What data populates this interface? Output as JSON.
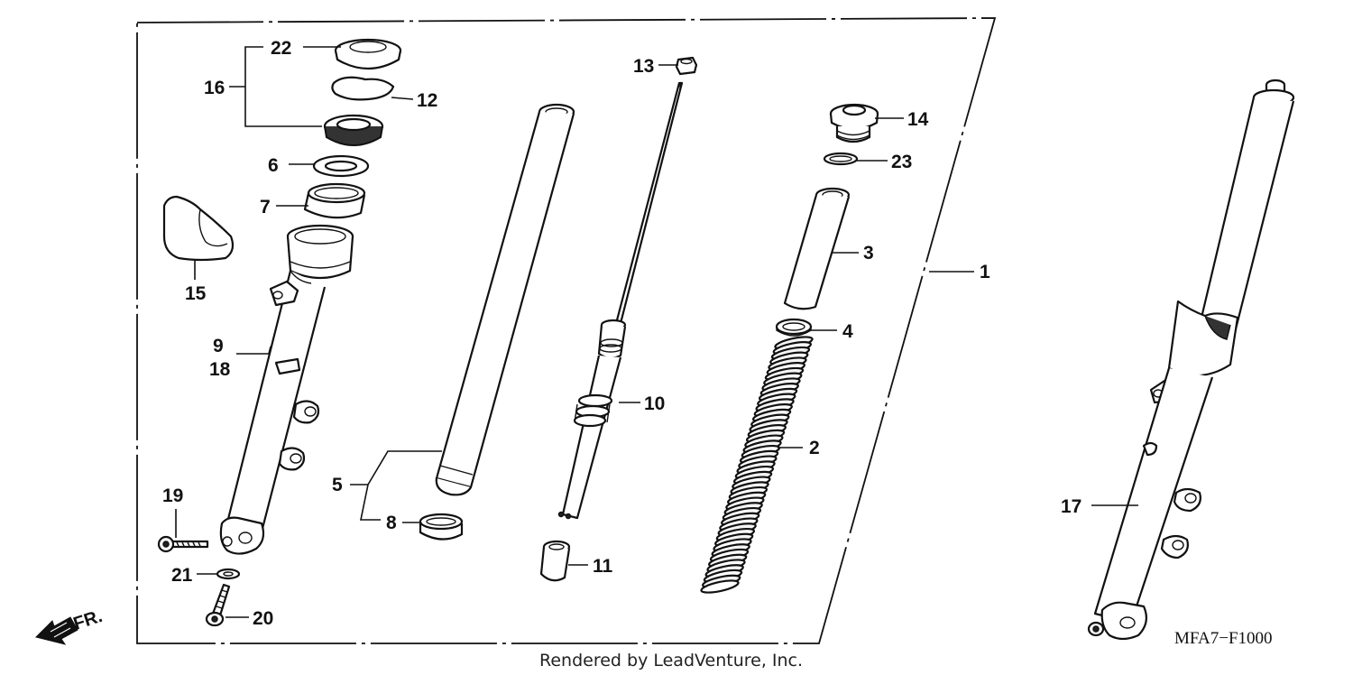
{
  "diagram": {
    "part_labels": [
      "1",
      "2",
      "3",
      "4",
      "5",
      "6",
      "7",
      "8",
      "9",
      "10",
      "11",
      "12",
      "13",
      "14",
      "15",
      "16",
      "17",
      "18",
      "19",
      "20",
      "21",
      "22",
      "23"
    ],
    "fr_label": "FR.",
    "diagram_code": "MFA7−F1000",
    "credit": "Rendered by LeadVenture, Inc."
  }
}
